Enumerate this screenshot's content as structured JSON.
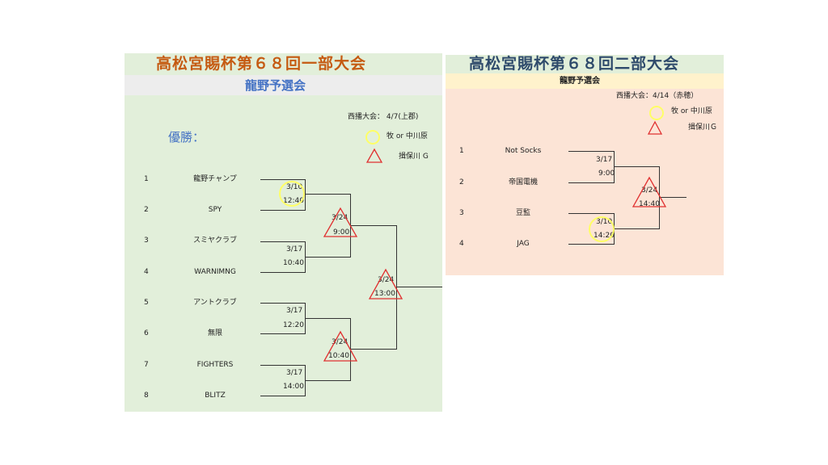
{
  "left": {
    "title": "高松宮賜杯第６８回一部大会",
    "subtitle": "龍野予選会",
    "venue_note": "西播大会： 4/7(上郡)",
    "champion_label": "優勝：",
    "legend_circle": "牧 or 中川原",
    "legend_triangle": "揖保川 G",
    "teams": [
      {
        "num": "1",
        "name": "龍野チャンプ"
      },
      {
        "num": "2",
        "name": "SPY"
      },
      {
        "num": "3",
        "name": "スミヤクラブ"
      },
      {
        "num": "4",
        "name": "WARNIMNG"
      },
      {
        "num": "5",
        "name": "アントクラブ"
      },
      {
        "num": "6",
        "name": "無限"
      },
      {
        "num": "7",
        "name": "FIGHTERS"
      },
      {
        "num": "8",
        "name": "BLITZ"
      }
    ],
    "matches": {
      "r1m1": {
        "date": "3/10",
        "time": "12:40"
      },
      "r1m2": {
        "date": "3/17",
        "time": "10:40"
      },
      "r1m3": {
        "date": "3/17",
        "time": "12:20"
      },
      "r1m4": {
        "date": "3/17",
        "time": "14:00"
      },
      "r2m1": {
        "date": "3/24",
        "time": "9:00"
      },
      "r2m2": {
        "date": "3/24",
        "time": "10:40"
      },
      "final": {
        "date": "3/24",
        "time": "13:00"
      }
    }
  },
  "right": {
    "title": "高松宮賜杯第６８回二部大会",
    "subtitle": "龍野予選会",
    "venue_note": "西播大会：4/14（赤穂）",
    "legend_circle": "牧 or 中川原",
    "legend_triangle": "揖保川Ｇ",
    "teams": [
      {
        "num": "1",
        "name": "Not Socks"
      },
      {
        "num": "2",
        "name": "帝国電機"
      },
      {
        "num": "3",
        "name": "豆監"
      },
      {
        "num": "4",
        "name": "JAG"
      }
    ],
    "matches": {
      "r1m1": {
        "date": "3/17",
        "time": "9:00"
      },
      "r1m2": {
        "date": "3/10",
        "time": "14:20"
      },
      "final": {
        "date": "3/24",
        "time": "14:40"
      }
    }
  },
  "colors": {
    "left_title_bg": "#e2efda",
    "left_sub_bg": "#ededed",
    "left_body_bg": "#e2efda",
    "right_title_bg": "#e2efda",
    "right_sub_bg": "#fff2cc",
    "right_body_bg": "#fce4d6",
    "circle": "#ffff66",
    "triangle": "#e03030"
  }
}
